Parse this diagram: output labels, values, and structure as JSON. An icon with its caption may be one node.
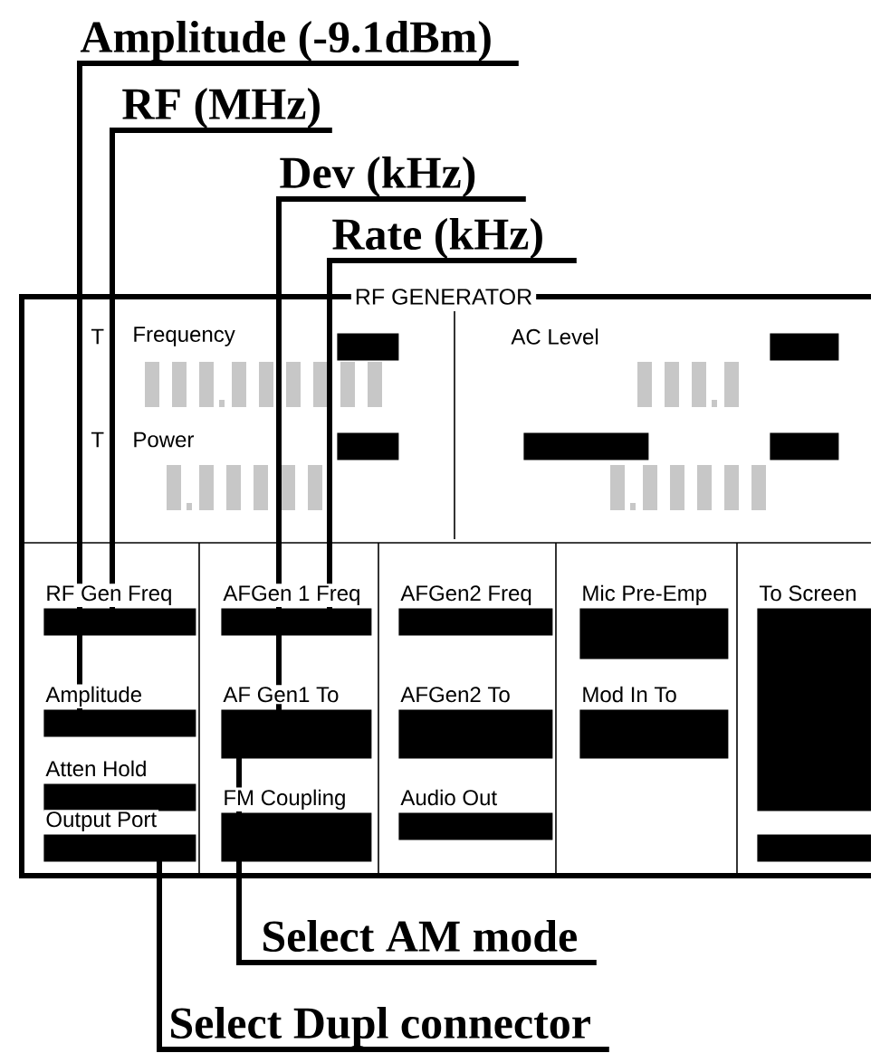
{
  "diagram": {
    "nodes": [
      {
        "text": [
          "Amplitude (-9.1dBm)"
        ]
      },
      {
        "text": [
          "RF (MHz)"
        ]
      },
      {
        "text": [
          "Dev (kHz)"
        ]
      },
      {
        "text": [
          "Rate (kHz)"
        ]
      },
      {
        "text": [
          "RF GENERATOR"
        ]
      },
      {
        "text": [],
        "shape": "bar",
        "in": 4
      },
      {
        "text": [],
        "shape": "bar",
        "in": 4
      },
      {
        "text": [],
        "shape": "bar",
        "in": 4
      },
      {
        "text": [],
        "shape": "bar",
        "in": 4
      },
      {
        "text": [],
        "shape": "bar",
        "in": 4
      },
      {
        "text": [],
        "shape": "bar",
        "in": 4,
        "beside": [
          "RF Gen Freq"
        ]
      },
      {
        "text": [],
        "shape": "bar",
        "in": 4,
        "beside": [
          "AFGen 1 Freq"
        ]
      },
      {
        "text": [],
        "shape": "bar",
        "in": 4,
        "beside": [
          "AFGen2 Freq"
        ]
      },
      {
        "text": [],
        "shape": "bar",
        "in": 4,
        "beside": [
          "Mic Pre-Emp"
        ]
      },
      {
        "text": [],
        "shape": "bar",
        "in": 4,
        "beside": [
          "To Screen"
        ]
      },
      {
        "text": [],
        "shape": "bar",
        "in": 4,
        "beside": [
          "Amplitude"
        ]
      },
      {
        "text": [],
        "shape": "bar",
        "in": 4,
        "beside": [
          "AF Gen1 To"
        ]
      },
      {
        "text": [],
        "shape": "bar",
        "in": 4,
        "beside": [
          "AFGen2 To"
        ]
      },
      {
        "text": [],
        "shape": "bar",
        "in": 4,
        "beside": [
          "Mod In To"
        ]
      },
      {
        "text": [],
        "shape": "bar",
        "in": 4,
        "beside": [
          "Atten Hold"
        ]
      },
      {
        "text": [],
        "shape": "bar",
        "in": 4,
        "beside": [
          "FM Coupling"
        ]
      },
      {
        "text": [],
        "shape": "bar",
        "in": 4,
        "beside": [
          "Audio Out"
        ]
      },
      {
        "text": [],
        "shape": "bar",
        "in": 4,
        "beside": [
          "Output Port"
        ]
      },
      {
        "text": [],
        "shape": "bar",
        "in": 4
      },
      {
        "text": [
          "Select AM mode"
        ]
      },
      {
        "text": [
          "Select Dupl connector"
        ]
      }
    ],
    "edges": [
      {
        "from": 0,
        "to": 15,
        "arrow": "none"
      },
      {
        "from": 1,
        "to": 10,
        "arrow": "none"
      },
      {
        "from": 2,
        "to": 16,
        "arrow": "none"
      },
      {
        "from": 3,
        "to": 11,
        "arrow": "none"
      },
      {
        "from": 24,
        "to": 16,
        "arrow": "none"
      },
      {
        "from": 25,
        "to": 22,
        "arrow": "none"
      }
    ],
    "labels": [
      "T",
      "Frequency",
      "AC Level",
      "T",
      "Power"
    ]
  }
}
